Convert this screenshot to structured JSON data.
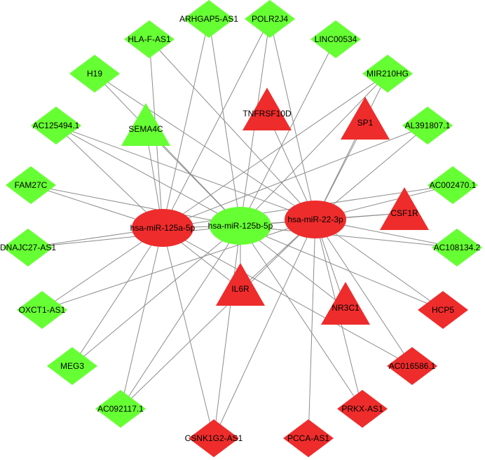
{
  "colors": {
    "green": "#66FF33",
    "red": "#EE2C2C",
    "edge": "#8C8C8C"
  },
  "nodes": [
    {
      "id": "mir125a",
      "label": "hsa-miR-125a-5p",
      "shape": "ellipse",
      "color": "red"
    },
    {
      "id": "mir125b",
      "label": "hsa-miR-125b-5p",
      "shape": "ellipse",
      "color": "green"
    },
    {
      "id": "mir22",
      "label": "hsa-miR-22-3p",
      "shape": "ellipse",
      "color": "red"
    },
    {
      "id": "arhgap5",
      "label": "ARHGAP5-AS1",
      "shape": "diamond",
      "color": "green"
    },
    {
      "id": "polr2j4",
      "label": "POLR2J4",
      "shape": "diamond",
      "color": "green"
    },
    {
      "id": "hlaf",
      "label": "HLA-F-AS1",
      "shape": "diamond",
      "color": "green"
    },
    {
      "id": "linc00534",
      "label": "LINC00534",
      "shape": "diamond",
      "color": "green"
    },
    {
      "id": "h19",
      "label": "H19",
      "shape": "diamond",
      "color": "green"
    },
    {
      "id": "mir210hg",
      "label": "MIR210HG",
      "shape": "diamond",
      "color": "green"
    },
    {
      "id": "tnfrsf10d",
      "label": "TNFRSF10D",
      "shape": "triangle",
      "color": "red"
    },
    {
      "id": "sp1",
      "label": "SP1",
      "shape": "triangle",
      "color": "red"
    },
    {
      "id": "sema4c",
      "label": "SEMA4C",
      "shape": "triangle",
      "color": "green"
    },
    {
      "id": "ac125494",
      "label": "AC125494.1",
      "shape": "diamond",
      "color": "green"
    },
    {
      "id": "al391807",
      "label": "AL391807.1",
      "shape": "diamond",
      "color": "green"
    },
    {
      "id": "fam27c",
      "label": "FAM27C",
      "shape": "diamond",
      "color": "green"
    },
    {
      "id": "ac002470",
      "label": "AC002470.1",
      "shape": "diamond",
      "color": "green"
    },
    {
      "id": "csf1r",
      "label": "CSF1R",
      "shape": "triangle",
      "color": "red"
    },
    {
      "id": "dnajc27",
      "label": "DNAJC27-AS1",
      "shape": "diamond",
      "color": "green"
    },
    {
      "id": "ac108134",
      "label": "AC108134.2",
      "shape": "diamond",
      "color": "green"
    },
    {
      "id": "il6r",
      "label": "IL6R",
      "shape": "triangle",
      "color": "red"
    },
    {
      "id": "oxct1",
      "label": "OXCT1-AS1",
      "shape": "diamond",
      "color": "green"
    },
    {
      "id": "nr3c1",
      "label": "NR3C1",
      "shape": "triangle",
      "color": "red"
    },
    {
      "id": "hcp5",
      "label": "HCP5",
      "shape": "diamond",
      "color": "red"
    },
    {
      "id": "meg3",
      "label": "MEG3",
      "shape": "diamond",
      "color": "green"
    },
    {
      "id": "ac016586",
      "label": "AC016586.1",
      "shape": "diamond",
      "color": "red"
    },
    {
      "id": "ac092117",
      "label": "AC092117.1",
      "shape": "diamond",
      "color": "green"
    },
    {
      "id": "prkx",
      "label": "PRKX-AS1",
      "shape": "diamond",
      "color": "red"
    },
    {
      "id": "csnk1g2",
      "label": "CSNK1G2-AS1",
      "shape": "diamond",
      "color": "red"
    },
    {
      "id": "pcca",
      "label": "PCCA-AS1",
      "shape": "diamond",
      "color": "red"
    }
  ],
  "edges": [
    [
      "mir125a",
      "mir125b"
    ],
    [
      "mir125b",
      "mir22"
    ],
    [
      "mir125a",
      "arhgap5"
    ],
    [
      "mir125a",
      "polr2j4"
    ],
    [
      "mir125a",
      "hlaf"
    ],
    [
      "mir125a",
      "mir210hg"
    ],
    [
      "mir125a",
      "sema4c"
    ],
    [
      "mir125a",
      "ac125494"
    ],
    [
      "mir125a",
      "fam27c"
    ],
    [
      "mir125a",
      "ac002470"
    ],
    [
      "mir125a",
      "dnajc27"
    ],
    [
      "mir125a",
      "il6r"
    ],
    [
      "mir125a",
      "oxct1"
    ],
    [
      "mir125a",
      "meg3"
    ],
    [
      "mir125a",
      "ac092117"
    ],
    [
      "mir125a",
      "csnk1g2"
    ],
    [
      "mir125a",
      "ac016586"
    ],
    [
      "mir125a",
      "al391807"
    ],
    [
      "mir125b",
      "arhgap5"
    ],
    [
      "mir125b",
      "polr2j4"
    ],
    [
      "mir125b",
      "linc00534"
    ],
    [
      "mir125b",
      "h19"
    ],
    [
      "mir125b",
      "mir210hg"
    ],
    [
      "mir125b",
      "sema4c"
    ],
    [
      "mir125b",
      "ac125494"
    ],
    [
      "mir125b",
      "fam27c"
    ],
    [
      "mir125b",
      "dnajc27"
    ],
    [
      "mir125b",
      "csf1r"
    ],
    [
      "mir125b",
      "il6r"
    ],
    [
      "mir125b",
      "nr3c1"
    ],
    [
      "mir125b",
      "meg3"
    ],
    [
      "mir125b",
      "ac092117"
    ],
    [
      "mir125b",
      "prkx"
    ],
    [
      "mir125b",
      "csnk1g2"
    ],
    [
      "mir125b",
      "hcp5"
    ],
    [
      "mir125b",
      "ac108134"
    ],
    [
      "mir22",
      "h19"
    ],
    [
      "mir22",
      "tnfrsf10d"
    ],
    [
      "mir22",
      "sp1"
    ],
    [
      "mir22",
      "al391807"
    ],
    [
      "mir22",
      "ac002470"
    ],
    [
      "mir22",
      "csf1r"
    ],
    [
      "mir22",
      "ac108134"
    ],
    [
      "mir22",
      "hcp5"
    ],
    [
      "mir22",
      "ac016586"
    ],
    [
      "mir22",
      "prkx"
    ],
    [
      "mir22",
      "pcca"
    ],
    [
      "mir22",
      "nr3c1"
    ],
    [
      "mir22",
      "il6r"
    ],
    [
      "mir22",
      "oxct1"
    ],
    [
      "mir22",
      "ac092117"
    ],
    [
      "mir22",
      "csnk1g2"
    ],
    [
      "mir22",
      "polr2j4"
    ],
    [
      "mir22",
      "ac125494"
    ],
    [
      "mir22",
      "hlaf"
    ],
    [
      "mir22",
      "mir210hg"
    ]
  ]
}
